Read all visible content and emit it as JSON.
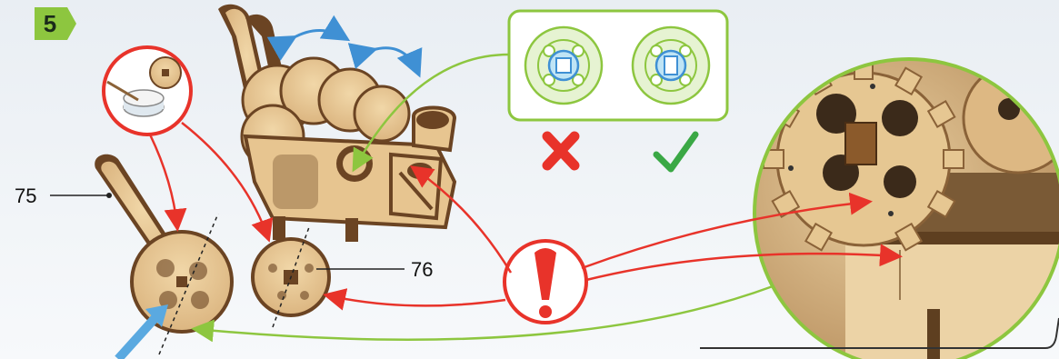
{
  "step": {
    "number": "5"
  },
  "parts": {
    "p75": "75",
    "p76": "76"
  },
  "colors": {
    "green": "#8dc63f",
    "red": "#e8332a",
    "blue": "#5aa9e0",
    "wood": "#e8c690",
    "wood_dark": "#6b4423",
    "check": "#3aa845"
  },
  "icons": {
    "wrong": "cross-icon",
    "right": "check-icon",
    "warning": "exclamation-icon",
    "glue": "glue-pot-icon",
    "rotate": "double-arrow-icon"
  }
}
